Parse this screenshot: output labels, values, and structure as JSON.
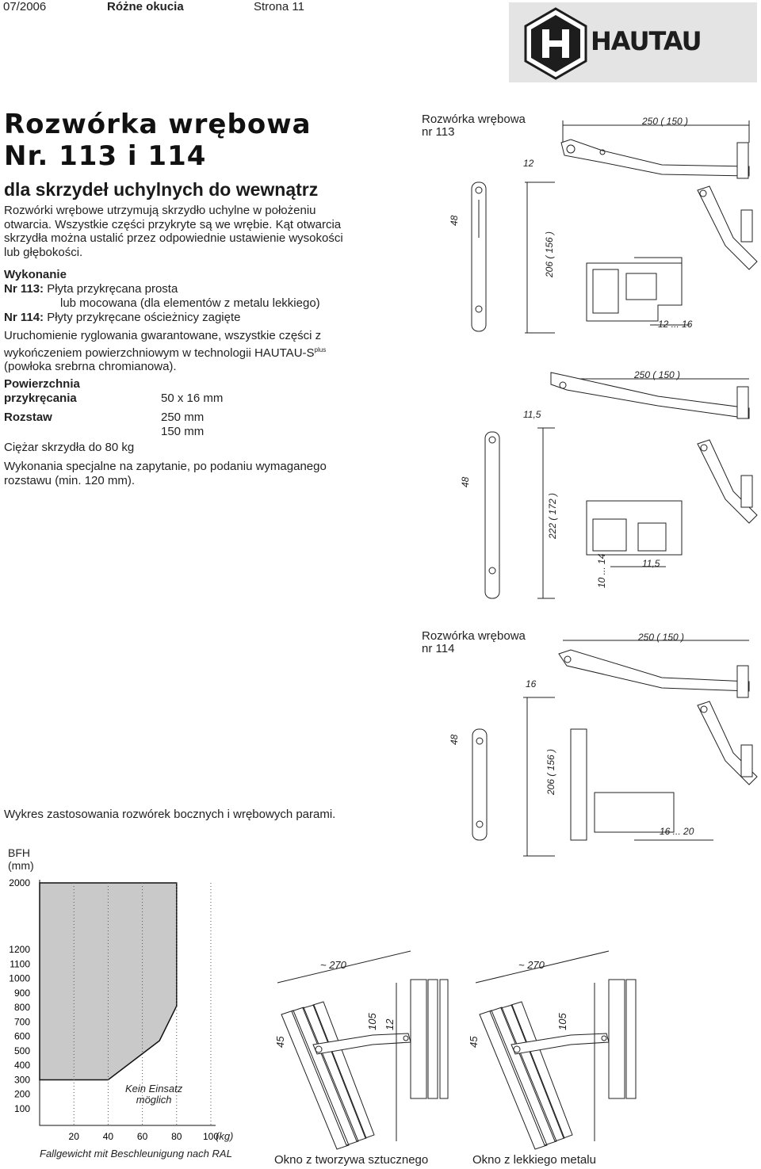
{
  "header": {
    "date": "07/2006",
    "section": "Różne okucia",
    "page": "Strona 11",
    "brand": "HAUTAU",
    "brand_letter": "H"
  },
  "title": {
    "line1": "Rozwórka wrębowa",
    "line2": "Nr. 113 i 114",
    "subtitle": "dla skrzydeł uchylnych do wewnątrz"
  },
  "intro": [
    "Rozwórki wrębowe utrzymują skrzydło uchylne w położeniu",
    "otwarcia. Wszystkie części przykryte są we wrębie. Kąt otwarcia",
    "skrzydła można ustalić przez odpowiednie ustawienie wysokości",
    "lub głębokości."
  ],
  "wykonanie": {
    "heading": "Wykonanie",
    "nr113_label": "Nr 113:",
    "nr113_text": "Płyta przykręcana prosta",
    "nr113_text2": "lub mocowana (dla elementów z metalu lekkiego)",
    "nr114_label": "Nr 114:",
    "nr114_text": "Płyty przykręcane ościeżnicy zagięte"
  },
  "uruchomienie": [
    "Uruchomienie ryglowania gwarantowane, wszystkie części z",
    "wykończeniem powierzchniowym w technologii HAUTAU-S",
    "(powłoka srebrna chromianowa)."
  ],
  "uruchomienie_sup": "plus",
  "specs": {
    "surface_label1": "Powierzchnia",
    "surface_label2": "przykręcania",
    "surface_value": "50 x 16 mm",
    "spacing_label": "Rozstaw",
    "spacing_value1": "250 mm",
    "spacing_value2": "150 mm",
    "weight": "Ciężar skrzydła do 80 kg"
  },
  "special": [
    "Wykonania specjalne na zapytanie, po podaniu wymaganego",
    "rozstawu (min. 120 mm)."
  ],
  "diagram113": {
    "caption1": "Rozwórka wrębowa",
    "caption2": "nr 113",
    "dim_top": "250 ( 150 )",
    "dim_12": "12",
    "dim_48": "48",
    "dim_206": "206 ( 156 )",
    "dim_12_16": "12 ... 16",
    "dim_top_b": "250 ( 150 )",
    "dim_115": "11,5",
    "dim_48_b": "48",
    "dim_222": "222 ( 172 )",
    "dim_10_14": "10 ... 14",
    "dim_115_b": "11,5"
  },
  "diagram114": {
    "caption1": "Rozwórka wrębowa",
    "caption2": "nr 114",
    "dim_top": "250 ( 150 )",
    "dim_16": "16",
    "dim_48": "48",
    "dim_206": "206 ( 156 )",
    "dim_16_20": "16 ... 20"
  },
  "chart_caption": "Wykres zastosowania rozwórek bocznych i wrębowych parami.",
  "chart_data": {
    "type": "area",
    "ylabel": "BFH\n(mm)",
    "xlabel": "Fallgewicht mit Beschleunigung nach RAL",
    "x_unit": "(kg)",
    "x_ticks": [
      "20",
      "40",
      "60",
      "80",
      "100"
    ],
    "y_ticks": [
      "2000",
      "1200",
      "1100",
      "1000",
      "900",
      "800",
      "700",
      "600",
      "500",
      "400",
      "300",
      "200",
      "100"
    ],
    "annotation": "Kein Einsatz\nmöglich",
    "boundary": [
      {
        "x": 0,
        "y": 2000
      },
      {
        "x": 80,
        "y": 2000
      },
      {
        "x": 80,
        "y": 810
      },
      {
        "x": 70,
        "y": 570
      },
      {
        "x": 40,
        "y": 300
      },
      {
        "x": 0,
        "y": 300
      }
    ]
  },
  "window1": {
    "dim_270": "~ 270",
    "dim_45": "45",
    "dim_105": "105",
    "dim_12": "12",
    "caption": "Okno z tworzywa sztucznego"
  },
  "window2": {
    "dim_270": "~ 270",
    "dim_45": "45",
    "dim_105": "105",
    "caption": "Okno z lekkiego metalu"
  }
}
